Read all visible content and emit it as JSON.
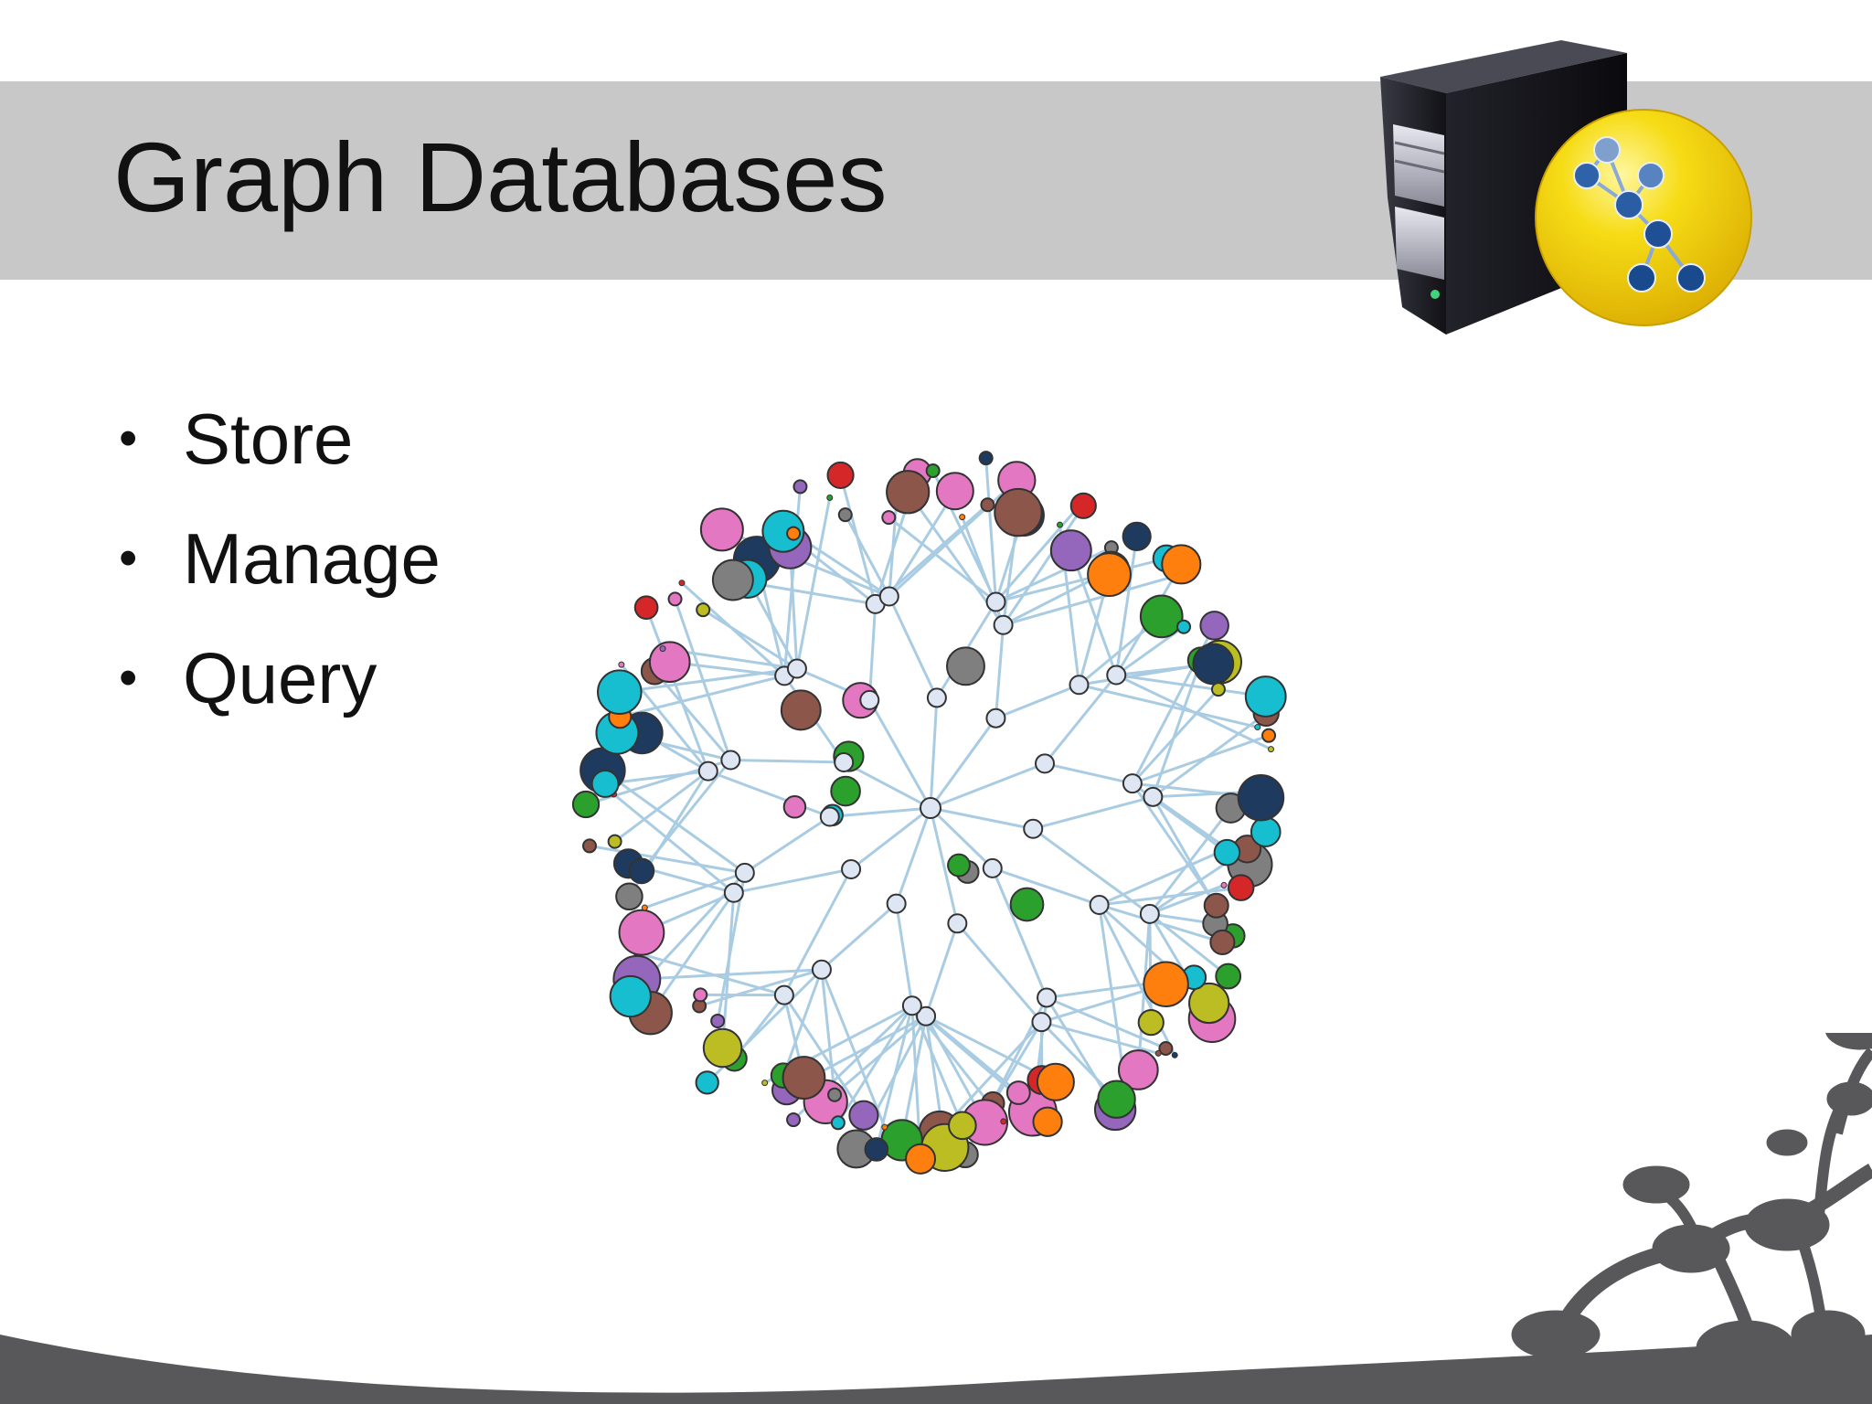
{
  "slide": {
    "title": "Graph Databases",
    "bullets": [
      "Store",
      "Manage",
      "Query"
    ]
  },
  "icons": {
    "header_icon": "graph-database-server-icon",
    "illustration": "network-graph-illustration",
    "decoration": "network-silhouette-decoration"
  },
  "colors": {
    "title_band": "#c8c8c8",
    "edge": "#a9cce3",
    "hub_node": "#dde6f2",
    "node_palette": [
      "#2ca02c",
      "#7f7f7f",
      "#8c564b",
      "#17becf",
      "#e377c2",
      "#9467bd",
      "#ff7f0e",
      "#bcbd22",
      "#d62728",
      "#1f3a5f"
    ],
    "footer": "#58585a"
  }
}
